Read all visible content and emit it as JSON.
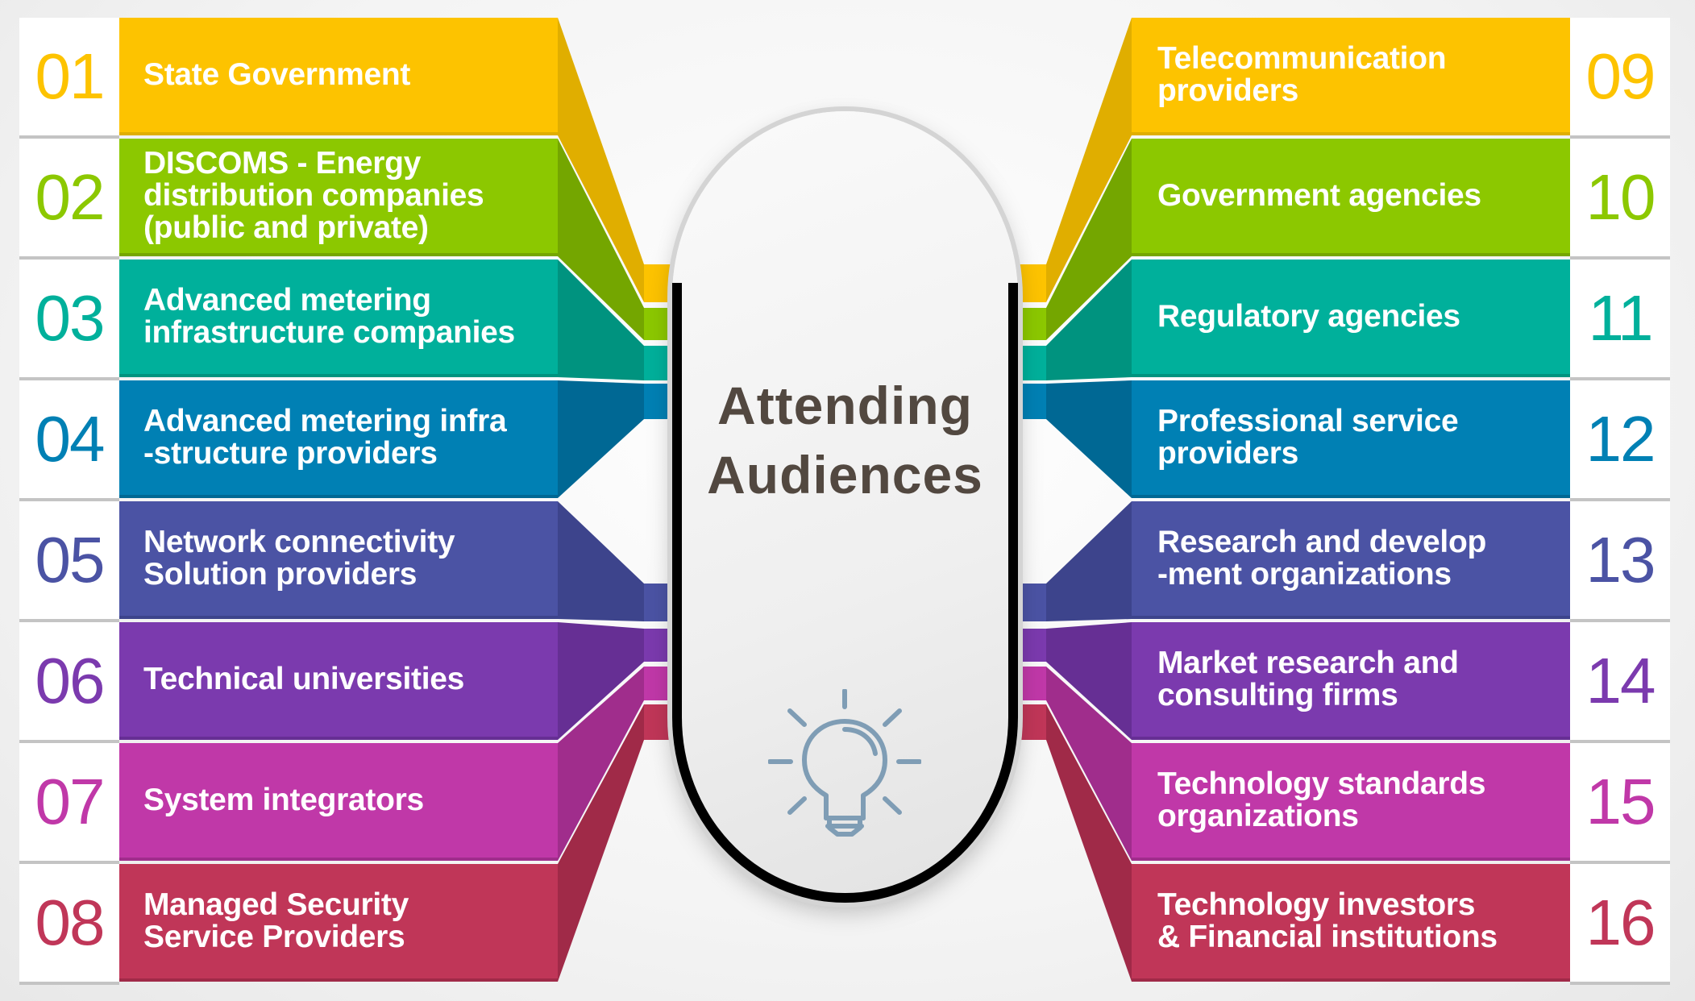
{
  "center": {
    "title_line1": "Attending",
    "title_line2": "Audiences",
    "icon": "lightbulb-icon"
  },
  "colors": {
    "yellow": "#FDC300",
    "green": "#8CC800",
    "teal": "#00B09B",
    "blue": "#0080B4",
    "indigo": "#4B53A4",
    "purple": "#7B3AAE",
    "magenta": "#C038A8",
    "crimson": "#C03658",
    "title": "#524840",
    "icon": "#7F9DB5"
  },
  "left_items": [
    {
      "number": "01",
      "label": "State Government",
      "color": "#FDC300",
      "shade": "#E0AE00"
    },
    {
      "number": "02",
      "label": "DISCOMS - Energy\ndistribution companies\n(public and private)",
      "color": "#8CC800",
      "shade": "#74A600"
    },
    {
      "number": "03",
      "label": "Advanced metering\ninfrastructure companies",
      "color": "#00B09B",
      "shade": "#00937F"
    },
    {
      "number": "04",
      "label": "Advanced metering infra\n-structure providers",
      "color": "#0080B4",
      "shade": "#006894"
    },
    {
      "number": "05",
      "label": "Network connectivity\nSolution providers",
      "color": "#4B53A4",
      "shade": "#3D448C"
    },
    {
      "number": "06",
      "label": "Technical universities",
      "color": "#7B3AAE",
      "shade": "#662F94"
    },
    {
      "number": "07",
      "label": "System integrators",
      "color": "#C038A8",
      "shade": "#A02D8C"
    },
    {
      "number": "08",
      "label": "Managed Security\nService Providers",
      "color": "#C03658",
      "shade": "#A02A48"
    }
  ],
  "right_items": [
    {
      "number": "09",
      "label": "Telecommunication\nproviders",
      "color": "#FDC300",
      "shade": "#E0AE00"
    },
    {
      "number": "10",
      "label": "Government agencies",
      "color": "#8CC800",
      "shade": "#74A600"
    },
    {
      "number": "11",
      "label": "Regulatory agencies",
      "color": "#00B09B",
      "shade": "#00937F"
    },
    {
      "number": "12",
      "label": "Professional service\nproviders",
      "color": "#0080B4",
      "shade": "#006894"
    },
    {
      "number": "13",
      "label": "Research and develop\n-ment organizations",
      "color": "#4B53A4",
      "shade": "#3D448C"
    },
    {
      "number": "14",
      "label": "Market research and\nconsulting firms",
      "color": "#7B3AAE",
      "shade": "#662F94"
    },
    {
      "number": "15",
      "label": "Technology standards\norganizations",
      "color": "#C038A8",
      "shade": "#A02D8C"
    },
    {
      "number": "16",
      "label": "Technology investors\n& Financial institutions",
      "color": "#C03658",
      "shade": "#A02A48"
    }
  ]
}
